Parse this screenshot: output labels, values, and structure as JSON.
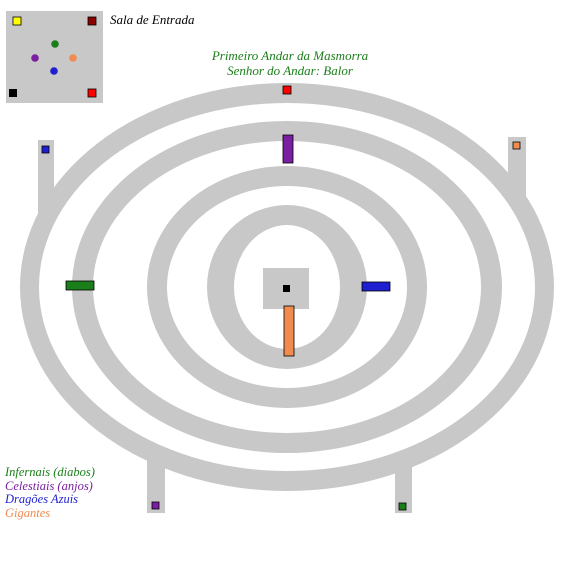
{
  "entrance_room": {
    "label": "Sala de Entrada"
  },
  "header": {
    "title": "Primeiro Andar da Masmorra",
    "subtitle": "Senhor do Andar: Balor"
  },
  "legend": [
    {
      "label": "Infernais (diabos)",
      "color": "#1a7f1a"
    },
    {
      "label": "Celestiais (anjos)",
      "color": "#7b1fa2"
    },
    {
      "label": "Dragões Azuis",
      "color": "#1f1fcf"
    },
    {
      "label": "Gigantes",
      "color": "#f08c50"
    }
  ],
  "colors": {
    "corridor": "#c8c8c8",
    "yellow": "#ffff00",
    "dark_red": "#8b0000",
    "red": "#ff0000",
    "green": "#1a7f1a",
    "purple": "#7b1fa2",
    "blue": "#1f1fcf",
    "orange": "#f08c50",
    "black": "#000000"
  }
}
